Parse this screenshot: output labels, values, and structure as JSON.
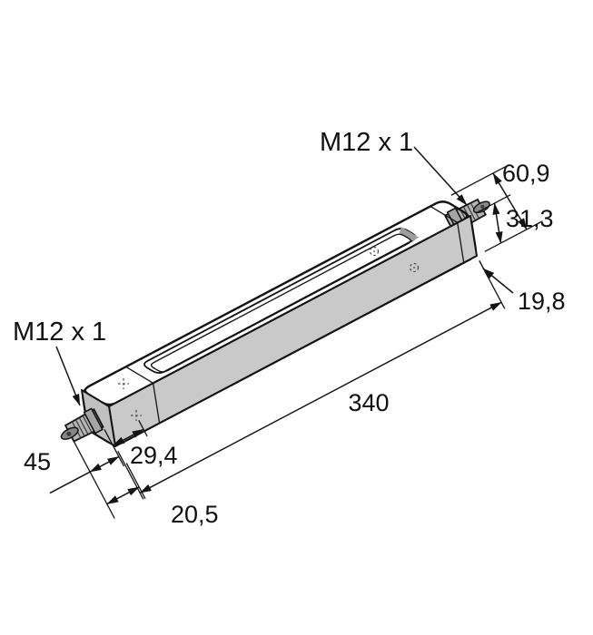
{
  "drawing": {
    "title": "sensor-dimension-drawing",
    "labels": {
      "connector_top": "M12 x 1",
      "connector_bottom_left": "M12 x 1",
      "dim_end_width": "60,9",
      "dim_housing_height": "31,3",
      "dim_housing_depth": "19,8",
      "dim_housing_length": "340",
      "dim_connector_length": "45",
      "dim_hole_offset": "29,4",
      "dim_end_offset": "20,5"
    },
    "colors": {
      "line": "#141414",
      "body_fill": "#d6d6d6",
      "body_top": "#e8e8e8",
      "body_front": "#c9c9c9",
      "body_end_cap": "#c0c0c0",
      "window_recess": "#b9b9b9",
      "window_inner": "#f0f0f0",
      "connector": "#b5b5b5",
      "background": "#ffffff"
    }
  }
}
